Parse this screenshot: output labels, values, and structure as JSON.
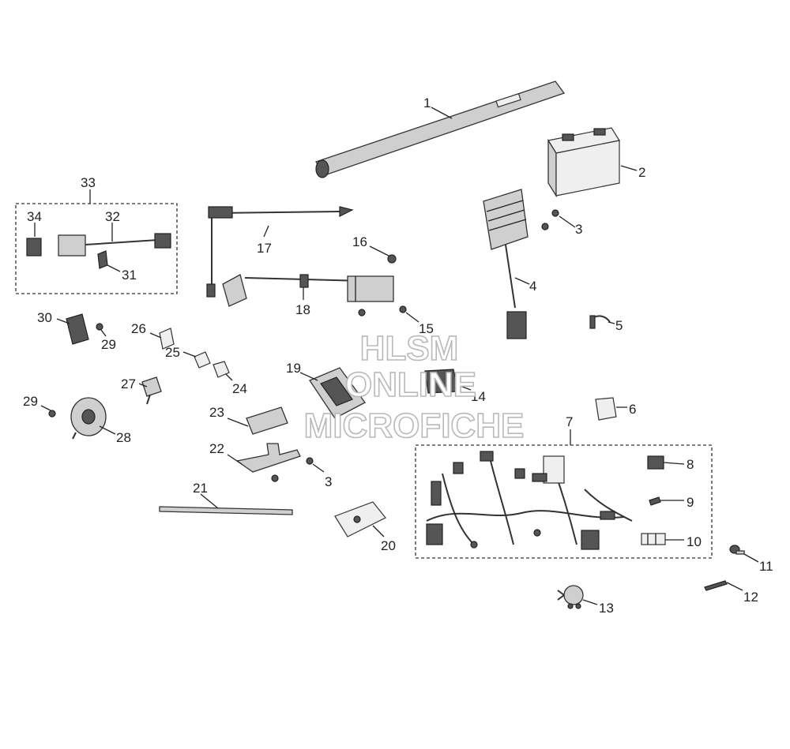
{
  "watermark": {
    "line1": "HLSM",
    "line2": "ONLINE",
    "line3": "MICROFICHE"
  },
  "callouts": {
    "p1": "1",
    "p2": "2",
    "p3a": "3",
    "p3b": "3",
    "p4": "4",
    "p5": "5",
    "p6": "6",
    "p7": "7",
    "p8": "8",
    "p9": "9",
    "p10": "10",
    "p11": "11",
    "p12": "12",
    "p13": "13",
    "p14": "14",
    "p15": "15",
    "p16": "16",
    "p17": "17",
    "p18": "18",
    "p19": "19",
    "p20": "20",
    "p21": "21",
    "p22": "22",
    "p23": "23",
    "p24": "24",
    "p25": "25",
    "p26": "26",
    "p27": "27",
    "p28": "28",
    "p29a": "29",
    "p29b": "29",
    "p30": "30",
    "p31": "31",
    "p32": "32",
    "p33": "33",
    "p34": "34"
  }
}
